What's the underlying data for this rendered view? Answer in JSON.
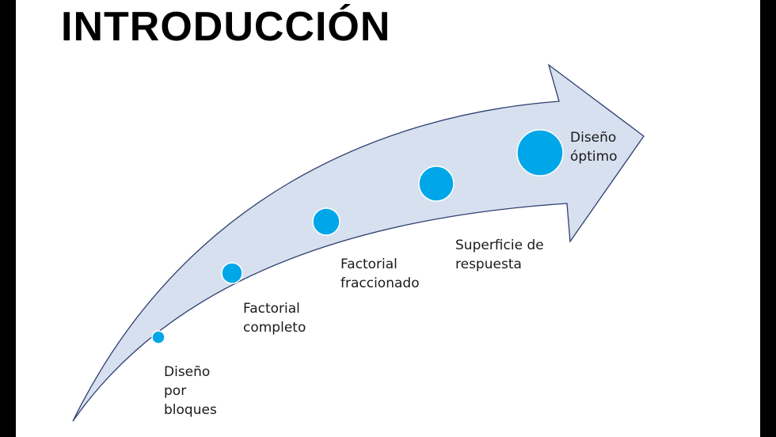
{
  "title": "INTRODUCCIÓN",
  "colors": {
    "arrow_fill": "#d7e0ef",
    "arrow_stroke": "#2e3f70",
    "dot_fill": "#00a7e8",
    "dot_stroke": "#ffffff",
    "frame": "#000000"
  },
  "stages": [
    {
      "label": "Diseño\npor\nbloques"
    },
    {
      "label": "Factorial\ncompleto"
    },
    {
      "label": "Factorial\nfraccionado"
    },
    {
      "label": "Superficie de\nrespuesta"
    },
    {
      "label": "Diseño\nóptimo"
    }
  ]
}
